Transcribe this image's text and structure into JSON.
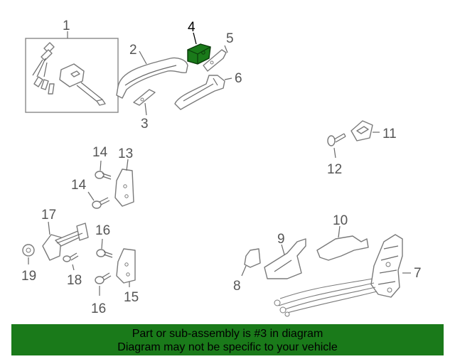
{
  "diagram": {
    "callouts": [
      "1",
      "2",
      "3",
      "4",
      "5",
      "6",
      "7",
      "8",
      "9",
      "10",
      "11",
      "12",
      "13",
      "14",
      "14",
      "15",
      "16",
      "16",
      "17",
      "18",
      "19"
    ],
    "highlight_color": "#1a7a1a",
    "line_color": "#7a7a7a"
  },
  "banner": {
    "line1": "Part or sub-assembly is #3 in diagram",
    "line2": "Diagram may not be specific to your vehicle",
    "background": "#1a7a1a"
  }
}
